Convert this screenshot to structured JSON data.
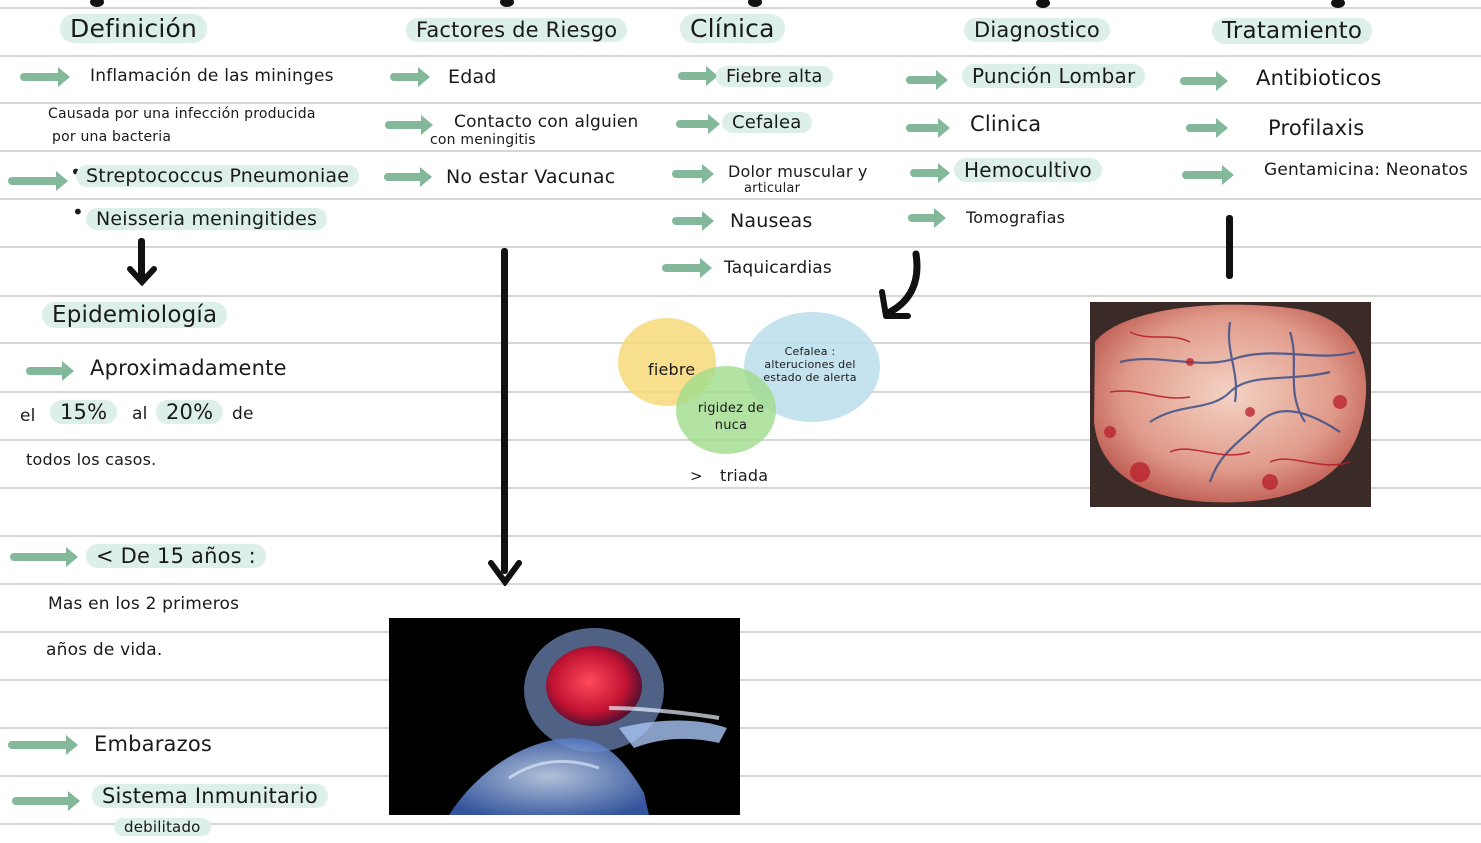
{
  "columns": {
    "definicion": {
      "heading": "Definición",
      "items": [
        "Inflamación de las mininges"
      ],
      "cause_line1": "Causada por una infección producida",
      "cause_line2": "por una bacteria",
      "bacteria": [
        "Streptococcus Pneumoniae",
        "Neisseria meningitides"
      ]
    },
    "factores": {
      "heading": "Factores de Riesgo",
      "items": [
        "Edad",
        "Contacto con alguien",
        "No estar Vacunac"
      ],
      "contact_line2": "con meningitis"
    },
    "clinica": {
      "heading": "Clínica",
      "items": [
        "Fiebre alta",
        "Cefalea",
        "Dolor muscular y",
        "Nauseas",
        "Taquicardias"
      ],
      "muscle_line2": "articular",
      "venn": {
        "fever": "fiebre",
        "headache": "Cefalea : alteruciones del estado de alerta",
        "neck": "rigidez de nuca"
      },
      "triad": "triada",
      "triad_mark": ">"
    },
    "diagnostico": {
      "heading": "Diagnostico",
      "items": [
        "Punción Lombar",
        "Clinica",
        "Hemocultivo",
        "Tomografias"
      ]
    },
    "tratamiento": {
      "heading": "Tratamiento",
      "items": [
        "Antibioticos",
        "Profilaxis",
        "Gentamicina: Neonatos"
      ]
    }
  },
  "epidemiologia": {
    "heading": "Epidemiología",
    "approx": "Aproximadamente",
    "el": "el",
    "pct1": "15%",
    "al": "al",
    "pct2": "20%",
    "de": "de",
    "todos": "todos los casos.",
    "age_label": "< De 15 años :",
    "age_line1": "Mas en los 2 primeros",
    "age_line2": "años de vida.",
    "embarazos": "Embarazos",
    "sistema": "Sistema Inmunitario",
    "debilitado": "debilitado"
  },
  "colors": {
    "highlight": "#dcefe9",
    "arrow": "#84b89a",
    "venn_fever": "#f7d97a",
    "venn_headache": "#bfe0ec",
    "venn_neck": "#9fdc8c",
    "rule": "#d6d6d6"
  }
}
